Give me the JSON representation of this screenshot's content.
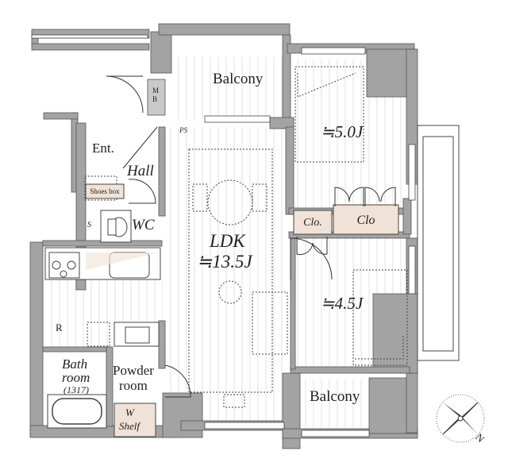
{
  "rooms": {
    "balcony_top": "Balcony",
    "balcony_bottom": "Balcony",
    "western_top": "≒5.0J",
    "western_bottom": "≒4.5J",
    "ldk_name": "LDK",
    "ldk_size": "≒13.5J",
    "entrance": "Ent.",
    "hall": "Hall",
    "wc": "WC",
    "bath_line1": "Bath",
    "bath_line2": "room",
    "bath_size": "(1317)",
    "powder_line1": "Powder",
    "powder_line2": "room",
    "refrigerator": "R"
  },
  "storage": {
    "shoes_box": "Shoes box",
    "closet_left": "Clo.",
    "closet_right": "Clo",
    "washer": "W",
    "shelf": "Shelf",
    "meter_box_line1": "M",
    "meter_box_line2": "B",
    "pipe_space": "PS",
    "slop_sink": "S"
  },
  "compass": {
    "north": "N"
  },
  "colors": {
    "wall": "#a3a3a3",
    "wall_dark": "#8c8c8c",
    "floor_line": "#e4e4e4",
    "storage_fill": "#f0e2d6",
    "outline": "#333333"
  }
}
